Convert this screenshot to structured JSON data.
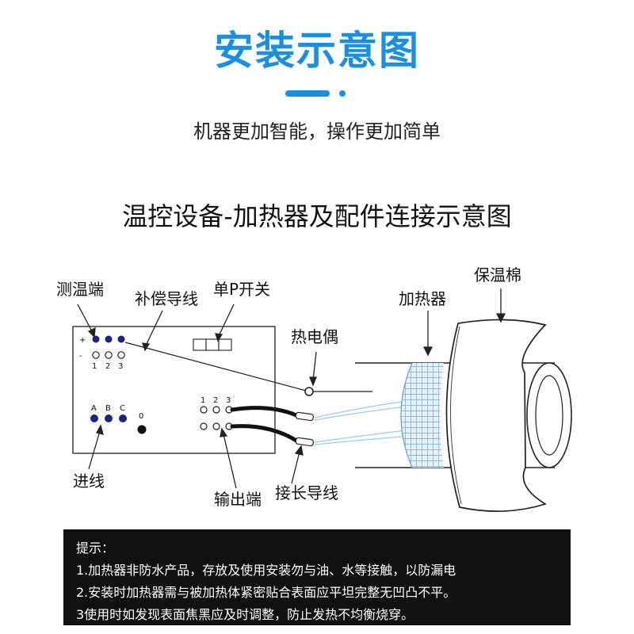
{
  "header": {
    "title": "安装示意图",
    "subtitle": "机器更加智能，操作更加简单"
  },
  "diagram": {
    "title": "温控设备-加热器及配件连接示意图",
    "labels": {
      "temp_terminal": "测温端",
      "compensation_wire": "补偿导线",
      "switch": "单P开关",
      "thermocouple": "热电偶",
      "heater": "加热器",
      "insulation": "保温棉",
      "input_line": "进线",
      "output_terminal": "输出端",
      "extension_wire": "接长导线"
    },
    "panel": {
      "plus": "+",
      "minus": "-",
      "nums_left": [
        "1",
        "2",
        "3"
      ],
      "phases": [
        "A",
        "B",
        "C"
      ],
      "zero": "0",
      "nums_right": [
        "1",
        "2",
        "3"
      ]
    }
  },
  "notice": {
    "title": "提示：",
    "items": [
      "1.加热器非防水产品，存放及使用安装勿与油、水等接触，以防漏电",
      "2.安装时加热器需与被加热体紧密贴合表面应平坦完整无凹凸不平。",
      "3使用时如发现表面焦黑应及时调整，防止发热不均衡烧穿。"
    ]
  },
  "colors": {
    "accent": "#1a8ee0",
    "terminal_blue": "#1a237e",
    "heater_mesh": "#6fa8dc",
    "notice_bg": "#111111"
  }
}
